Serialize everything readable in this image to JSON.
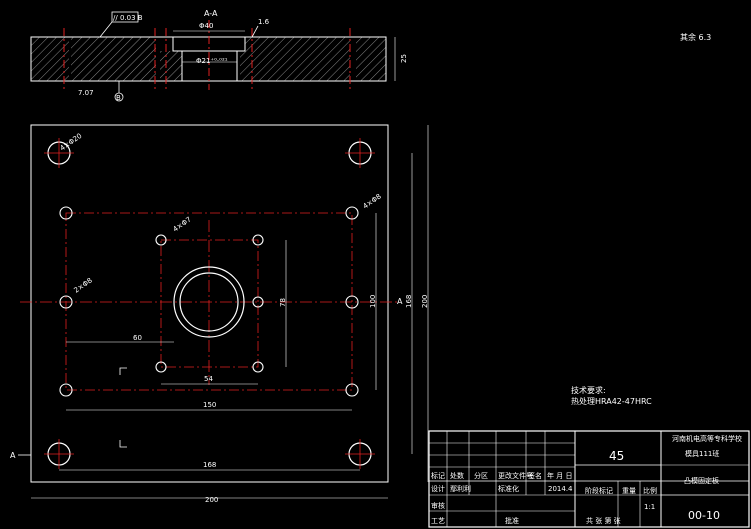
{
  "section": {
    "label": "A-A",
    "dim_top": "Φ40",
    "dim_inner": "Φ21⁺⁰·⁰²¹",
    "height": "25",
    "flatness": "// 0.03 B",
    "roughness": "1.6",
    "datum": "B",
    "ref_small": "7.07"
  },
  "roughness_note": "其余 6.3",
  "plan": {
    "hole_large": "4×Φ20",
    "hole_mid": "4×Φ8",
    "hole_pilot": "4×Φ7",
    "hole_side": "2×Φ8",
    "dim_60": "60",
    "dim_54": "54",
    "dim_150": "150",
    "dim_168": "168",
    "dim_200": "200",
    "dim_78": "78",
    "dim_100": "100",
    "dim_168v": "168",
    "dim_200v": "200",
    "section_mark_a": "A",
    "section_mark_a2": "A"
  },
  "tech_req": {
    "title": "技术要求:",
    "line1": "热处理HRA42-47HRC"
  },
  "title_block": {
    "material": "45",
    "school": "河南机电高等专科学校",
    "class": "模具111班",
    "part_name": "凸模固定板",
    "drawing_no": "00-10",
    "date": "2014.4",
    "scale": "1:1",
    "h1": "标记",
    "h2": "处数",
    "h3": "分区",
    "h4": "更改文件号",
    "h5": "签名",
    "h6": "年 月 日",
    "r_design": "设计",
    "r_designer": "鄢利利",
    "r_std": "标准化",
    "r_stage": "阶段标记",
    "r_weight": "重量",
    "r_ratio": "比例",
    "r_check": "审核",
    "r_craft": "工艺",
    "r_approve": "批准",
    "r_sheets": "共   张    第   张"
  }
}
